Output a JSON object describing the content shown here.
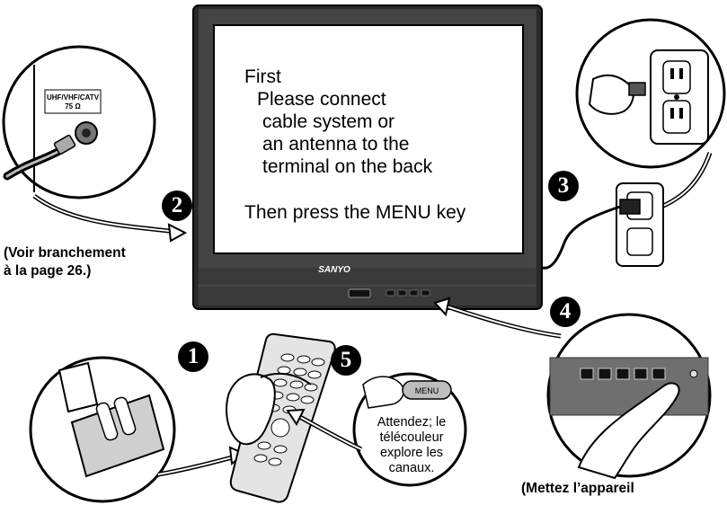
{
  "screen": {
    "line1": "First",
    "line2": "Please connect",
    "line3": "cable system or",
    "line4": "an antenna to the",
    "line5": "terminal on the back",
    "line6": "Then press the MENU key"
  },
  "brand": "SANYO",
  "connector_label": {
    "line1": "UHF/VHF/CATV",
    "line2": "75 Ω"
  },
  "menu_button_label": "MENU",
  "wait_note": {
    "line1": "Attendez; le",
    "line2": "télécouleur",
    "line3": "explore les",
    "line4": "canaux."
  },
  "see_connection_note": {
    "line1": "(Voir branchement",
    "line2": "à la page 26.)"
  },
  "power_note": "(Mettez l’appareil",
  "steps": {
    "s1": "1",
    "s2": "2",
    "s3": "3",
    "s4": "4",
    "s5": "5"
  }
}
